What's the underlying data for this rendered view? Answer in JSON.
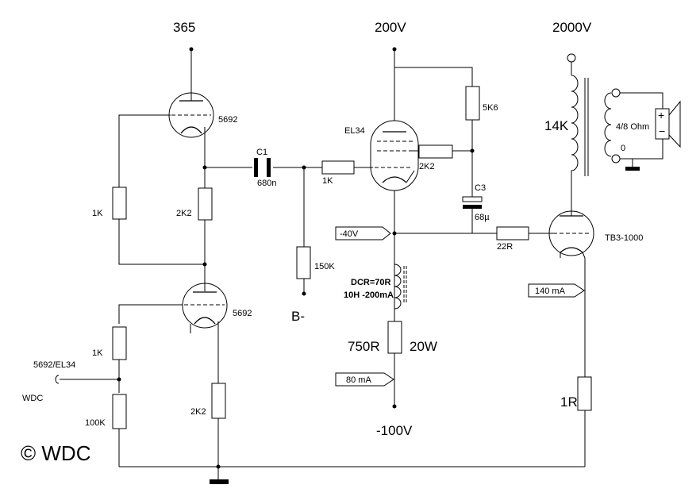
{
  "supplies": {
    "v1": "365",
    "v2": "200V",
    "v3": "2000V",
    "neg": "-100V",
    "bminus": "B-"
  },
  "tubes": {
    "upper": "5692",
    "lower": "5692",
    "power": "EL34",
    "output": "TB3-1000"
  },
  "labels": {
    "r_1k_left": "1K",
    "r_2k2_plate": "2K2",
    "c1_name": "C1",
    "c1_value": "680n",
    "r_1k_grid": "1K",
    "r_150k": "150K",
    "r_5k6": "5K6",
    "r_2k2_screen": "2K2",
    "c3_name": "C3",
    "c3_value": "68µ",
    "bias": "-40V",
    "r_22r": "22R",
    "choke_dcr": "DCR=70R",
    "choke_spec": "10H -200mA",
    "r_750_value": "750R",
    "r_750_power": "20W",
    "current_80": "80 mA",
    "current_140": "140 mA",
    "r_1r": "1R",
    "xfmr_z": "14K",
    "speaker_z": "4/8 Ohm",
    "tap_zero": "0",
    "r_1k_input": "1K",
    "r_100k": "100K",
    "r_2k2_cathode": "2K2",
    "input_name": "5692/EL34",
    "input_src": "WDC",
    "copyright": "© WDC"
  },
  "polarity": {
    "plus": "+",
    "minus": "−"
  }
}
